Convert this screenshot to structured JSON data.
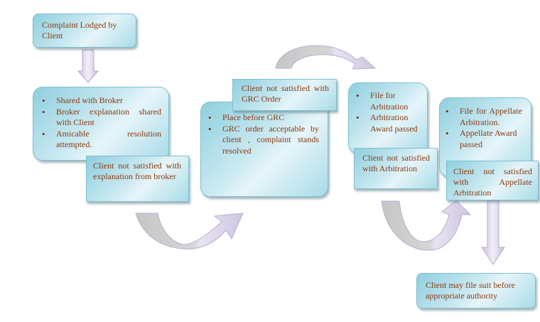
{
  "diagram": {
    "start": {
      "text": "Complaint Lodged by Client"
    },
    "broker_stage": {
      "items": [
        "Shared with Broker",
        "Broker explanation shared with Client",
        "Amicable resolution attempted."
      ]
    },
    "broker_unsatisfied": {
      "text": "Client not satisfied with explanation from broker"
    },
    "grc_stage": {
      "items": [
        "Place before GRC",
        "GRC order acceptable by client , complaint stands resolved"
      ]
    },
    "grc_unsatisfied": {
      "text": "Client not satisfied with GRC Order"
    },
    "arbitration_stage": {
      "items": [
        "File for Arbitration",
        "Arbitration Award passed"
      ]
    },
    "arbitration_unsatisfied": {
      "text": "Client not satisfied with Arbitration"
    },
    "appellate_stage": {
      "items": [
        "File for Appellate Arbitration.",
        "Appellate Award passed"
      ]
    },
    "appellate_unsatisfied": {
      "text": "Client not satisfied with Appellate Arbitration"
    },
    "final": {
      "text": "Client may file suit before appropriate authority"
    }
  },
  "colors": {
    "text": "#8b3a0f",
    "box_fill": "#a8dbe8",
    "arrow_fill": "#d8cfe6",
    "arrow_shadow": "#c8c8c8"
  }
}
